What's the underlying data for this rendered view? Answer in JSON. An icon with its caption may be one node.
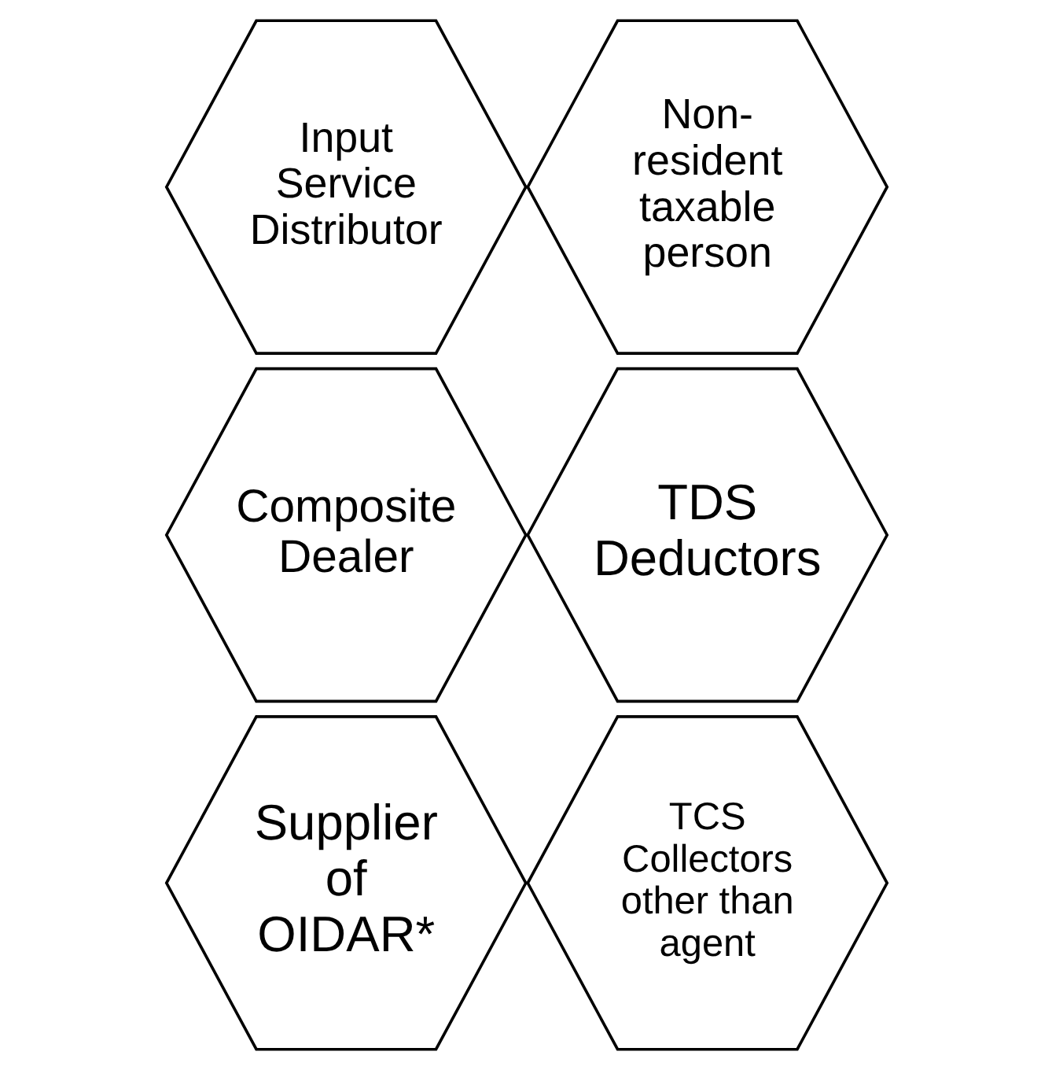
{
  "diagram": {
    "nodes": [
      {
        "text": [
          "Input Service Distributor"
        ]
      },
      {
        "text": [
          "Non-resident taxable person"
        ]
      },
      {
        "text": [
          "Composite Dealer"
        ]
      },
      {
        "text": [
          "TDS Deductors"
        ]
      },
      {
        "text": [
          "Supplier of OIDAR*"
        ]
      },
      {
        "text": [
          "TCS Collectors other than agent"
        ]
      }
    ]
  }
}
